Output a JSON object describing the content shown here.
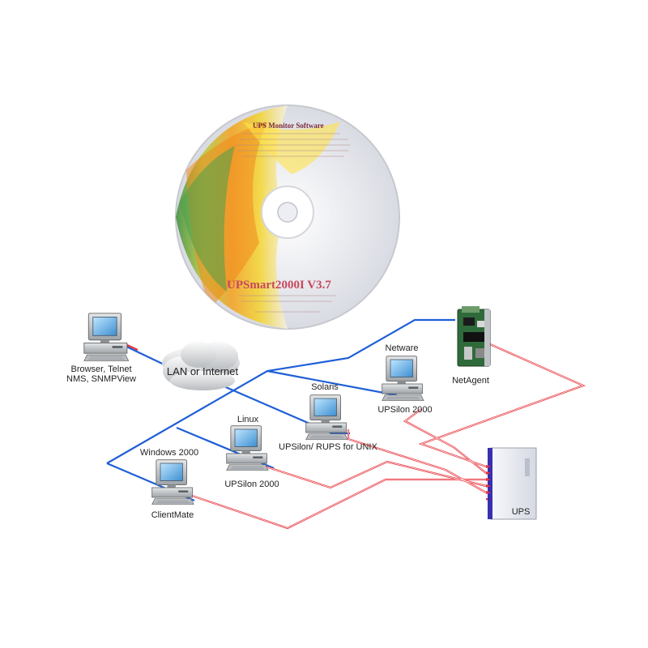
{
  "cd": {
    "title": "UPS Monitor Software",
    "brand": "UPSmart2000I V3.7"
  },
  "nodes": {
    "browser": {
      "line1": "Browser, Telnet",
      "line2": "NMS, SNMPView"
    },
    "cloud": {
      "label": "LAN or Internet"
    },
    "netware": {
      "top": "Netware",
      "bottom": "UPSilon 2000"
    },
    "netagent": {
      "label": "NetAgent"
    },
    "solaris": {
      "top": "Solaris",
      "bottom": "UPSilon/ RUPS for UNIX"
    },
    "linux": {
      "top": "Linux",
      "bottom": "UPSilon 2000"
    },
    "windows": {
      "top": "Windows 2000",
      "bottom": "ClientMate"
    },
    "ups": {
      "label": "UPS"
    }
  },
  "colors": {
    "lan_line": "#1f5fd6",
    "serial_line": "#e8323a",
    "monitor_screen": "#5fb6ea",
    "pc_body": "#c9cccf",
    "ups_body": "#eef0f4",
    "ups_stripe": "#3a2fb0"
  },
  "icons": [
    "computer-icon",
    "cloud-icon",
    "ups-icon",
    "netagent-card-icon",
    "cd-icon"
  ]
}
